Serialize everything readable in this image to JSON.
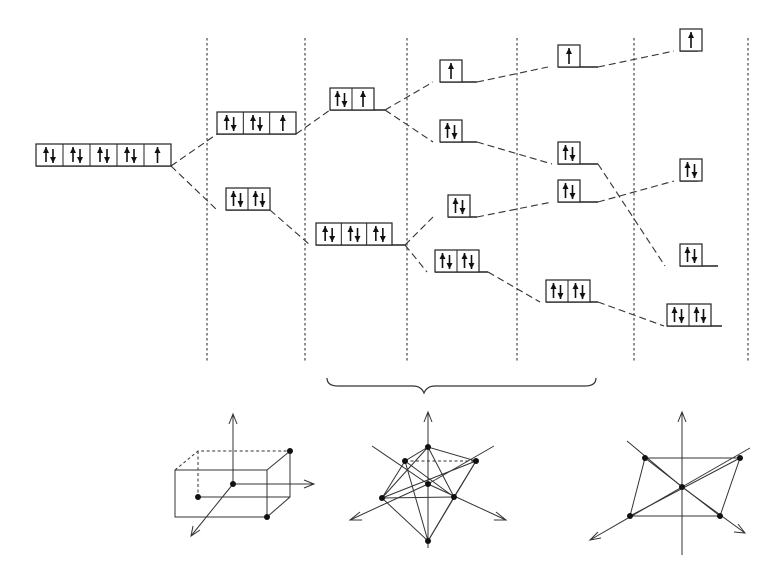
{
  "figure": {
    "description_visible_text": "",
    "columns": 7,
    "levels": [
      {
        "id": "free-ion",
        "col": 0,
        "orbitals": 5,
        "electrons": [
          2,
          2,
          2,
          2,
          1
        ]
      },
      {
        "id": "col1-upper",
        "col": 1,
        "orbitals": 3,
        "electrons": [
          2,
          2,
          1
        ]
      },
      {
        "id": "col1-lower",
        "col": 1,
        "orbitals": 2,
        "electrons": [
          2,
          2
        ]
      },
      {
        "id": "col2-upper",
        "col": 2,
        "orbitals": 2,
        "electrons": [
          2,
          1
        ]
      },
      {
        "id": "col2-lower",
        "col": 2,
        "orbitals": 3,
        "electrons": [
          2,
          2,
          2
        ]
      },
      {
        "id": "col3-a",
        "col": 3,
        "orbitals": 1,
        "electrons": [
          1
        ]
      },
      {
        "id": "col3-b",
        "col": 3,
        "orbitals": 1,
        "electrons": [
          2
        ]
      },
      {
        "id": "col3-c",
        "col": 3,
        "orbitals": 1,
        "electrons": [
          2
        ]
      },
      {
        "id": "col3-d",
        "col": 3,
        "orbitals": 2,
        "electrons": [
          2,
          2
        ]
      },
      {
        "id": "col4-a",
        "col": 4,
        "orbitals": 1,
        "electrons": [
          1
        ]
      },
      {
        "id": "col4-b",
        "col": 4,
        "orbitals": 1,
        "electrons": [
          2
        ]
      },
      {
        "id": "col4-c",
        "col": 4,
        "orbitals": 1,
        "electrons": [
          2
        ]
      },
      {
        "id": "col4-d",
        "col": 4,
        "orbitals": 2,
        "electrons": [
          2,
          2
        ]
      },
      {
        "id": "col5-a",
        "col": 5,
        "orbitals": 1,
        "electrons": [
          1
        ]
      },
      {
        "id": "col5-b",
        "col": 5,
        "orbitals": 1,
        "electrons": [
          2
        ]
      },
      {
        "id": "col5-c",
        "col": 5,
        "orbitals": 1,
        "electrons": [
          2
        ]
      },
      {
        "id": "col5-d",
        "col": 5,
        "orbitals": 2,
        "electrons": [
          2,
          2
        ]
      }
    ],
    "geometries": [
      {
        "id": "tetragonal-prism",
        "ligands": 4
      },
      {
        "id": "octahedron",
        "ligands": 6
      },
      {
        "id": "square-planar",
        "ligands": 4
      }
    ]
  }
}
